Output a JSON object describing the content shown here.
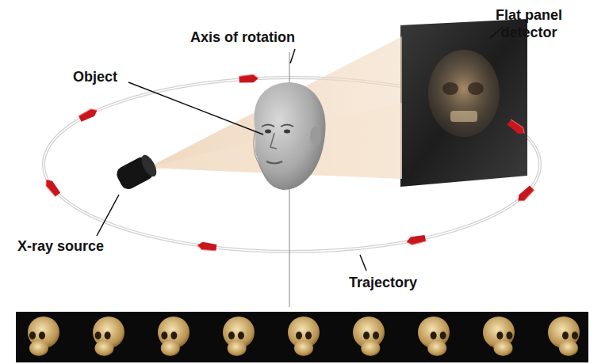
{
  "diagram": {
    "labels": [
      "Flat panel detector",
      "Axis of rotation",
      "Object",
      "X-ray source",
      "Trajectory"
    ]
  }
}
